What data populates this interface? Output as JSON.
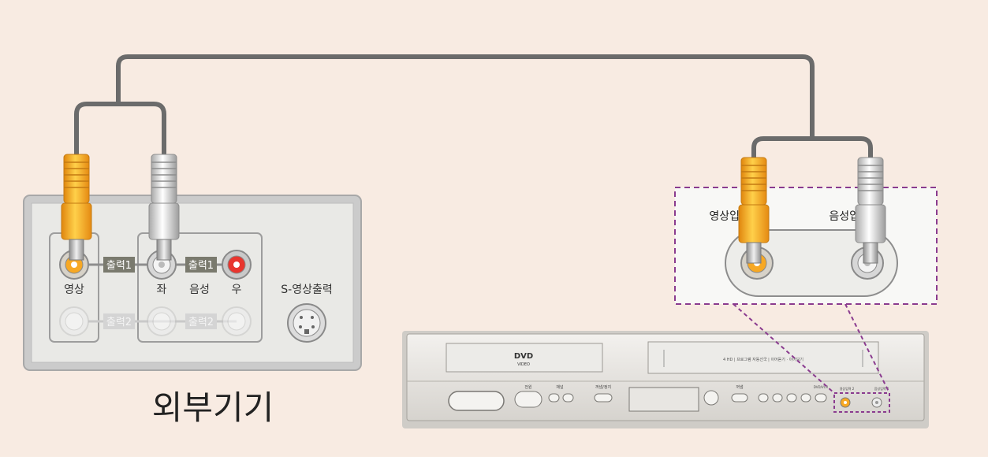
{
  "external_device": {
    "title": "외부기기",
    "video_label": "영상",
    "left_label": "좌",
    "audio_label": "음성",
    "right_label": "우",
    "svideo_label": "S-영상출력",
    "output1_tag": "출력1",
    "output1_audio_tag": "출력1",
    "output2_tag": "출력2",
    "output2_audio_tag": "출력2"
  },
  "zoom_panel": {
    "video_in_label": "영상입",
    "audio_in_label": "음성입"
  },
  "dvd_vcr": {
    "dvd_logo": "DVD",
    "dvd_sub": "VIDEO",
    "top_strip_text": "4 HD  |  프로그램 자동선국  |  이어듣기 · 이어보기",
    "power_label": "전원",
    "channel_label": "채널",
    "eject_label": "꺼냄/정지",
    "eject2_label": "꺼냄",
    "dvd_vcr_label": "DVD/VCR",
    "front_video_label": "영상입력 2",
    "front_audio_label": "음성입력 2"
  },
  "colors": {
    "background": "#f8ebe2",
    "cable": "#6b6b6b",
    "yellow_plug": "#f7a823",
    "white_plug": "#d9d9d9",
    "red_jack": "#e8352e",
    "highlight_dash": "#8a3b8f"
  }
}
